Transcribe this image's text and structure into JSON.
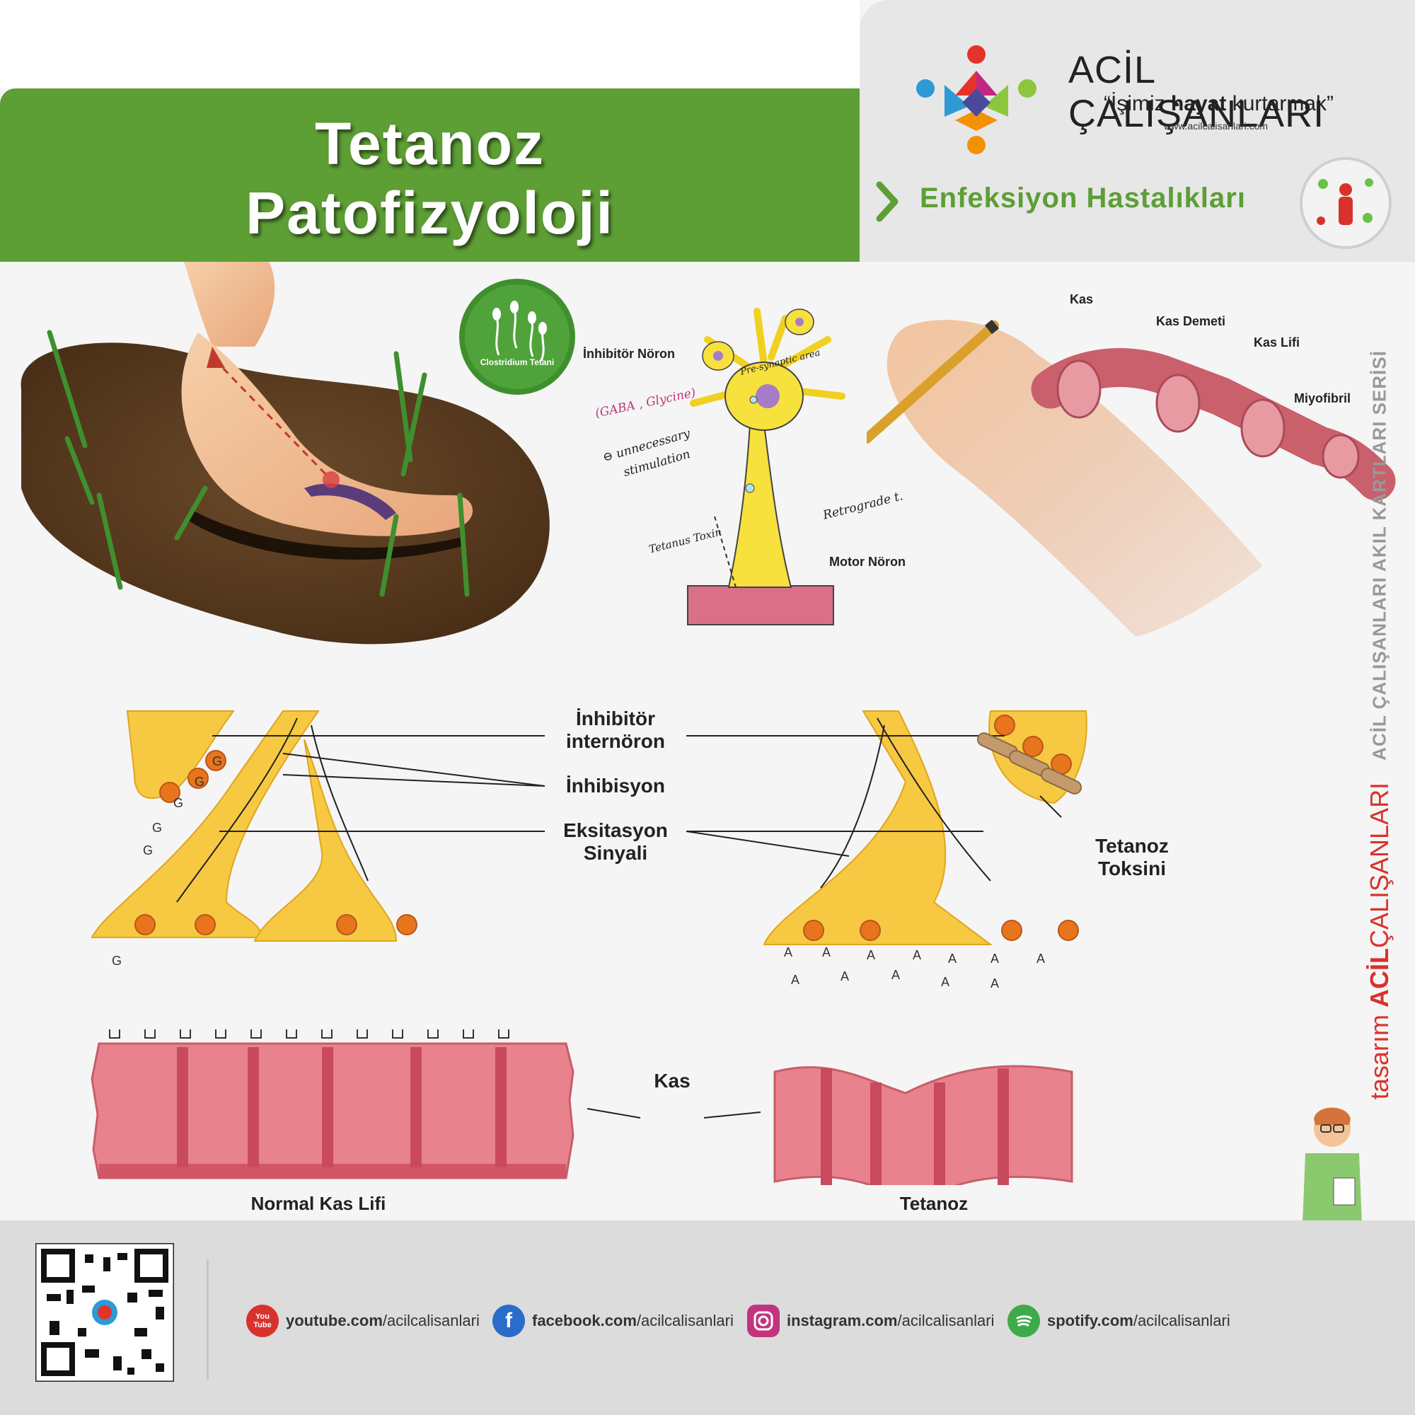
{
  "header": {
    "title_line1": "Tetanoz",
    "title_line2": "Patofizyoloji",
    "brand_name": "ACİL ÇALIŞANLARI",
    "slogan_pre": "“İşimiz ",
    "slogan_bold": "hayat",
    "slogan_post": " kurtarmak”",
    "website": "www.acilcalisanlari.com",
    "category": "Enfeksiyon Hastalıkları"
  },
  "top_left": {
    "bacteria_label": "Clostridium Tetani"
  },
  "neuron_sketch": {
    "inhibitor_neuron": "İnhibitör Nöron",
    "gaba_glycine": "(GABA , Glycine)",
    "unnecessary": "⊖ unnecessary",
    "stimulation": "stimulation",
    "presynaptic": "Pre-synaptic area",
    "retrograde": "Retrograde t.",
    "tetanus_toxin": "Tetanus Toxin",
    "motor_neuron": "Motor Nöron"
  },
  "muscle_sketch": {
    "kas": "Kas",
    "kas_demeti": "Kas Demeti",
    "kas_lifi": "Kas Lifi",
    "miyofibril": "Miyofibril"
  },
  "synapse_diagram": {
    "inhibitor_interneuron_1": "İnhibitör",
    "inhibitor_interneuron_2": "internöron",
    "inhibition": "İnhibisyon",
    "excitation_1": "Eksitasyon",
    "excitation_2": "Sinyali",
    "tetanus_toxin_1": "Tetanoz",
    "tetanus_toxin_2": "Toksini",
    "muscle": "Kas",
    "normal_label": "Normal Kas Lifi",
    "tetanus_label": "Tetanoz",
    "g_letter": "G",
    "a_letter": "A"
  },
  "side": {
    "series": "ACİL ÇALIŞANLARI AKIL KARTLARI SERİSİ",
    "tasarim": "tasarım",
    "acil": "ACİL",
    "calisanlari": "ÇALIŞANLARI"
  },
  "footer": {
    "youtube_icon": "You Tube",
    "youtube_bold": "youtube.com",
    "youtube_rest": "/acilcalisanlari",
    "facebook_bold": "facebook.com",
    "facebook_rest": "/acilcalisanlari",
    "instagram_bold": "instagram.com",
    "instagram_rest": "/acilcalisanlari",
    "spotify_bold": "spotify.com",
    "spotify_rest": "/acilcalisanlari"
  },
  "colors": {
    "green": "#5d9e35",
    "neuron_yellow": "#f7c942",
    "muscle_pink": "#e07a85",
    "vesicle_orange": "#e8741c",
    "brand_red": "#d9322d"
  }
}
